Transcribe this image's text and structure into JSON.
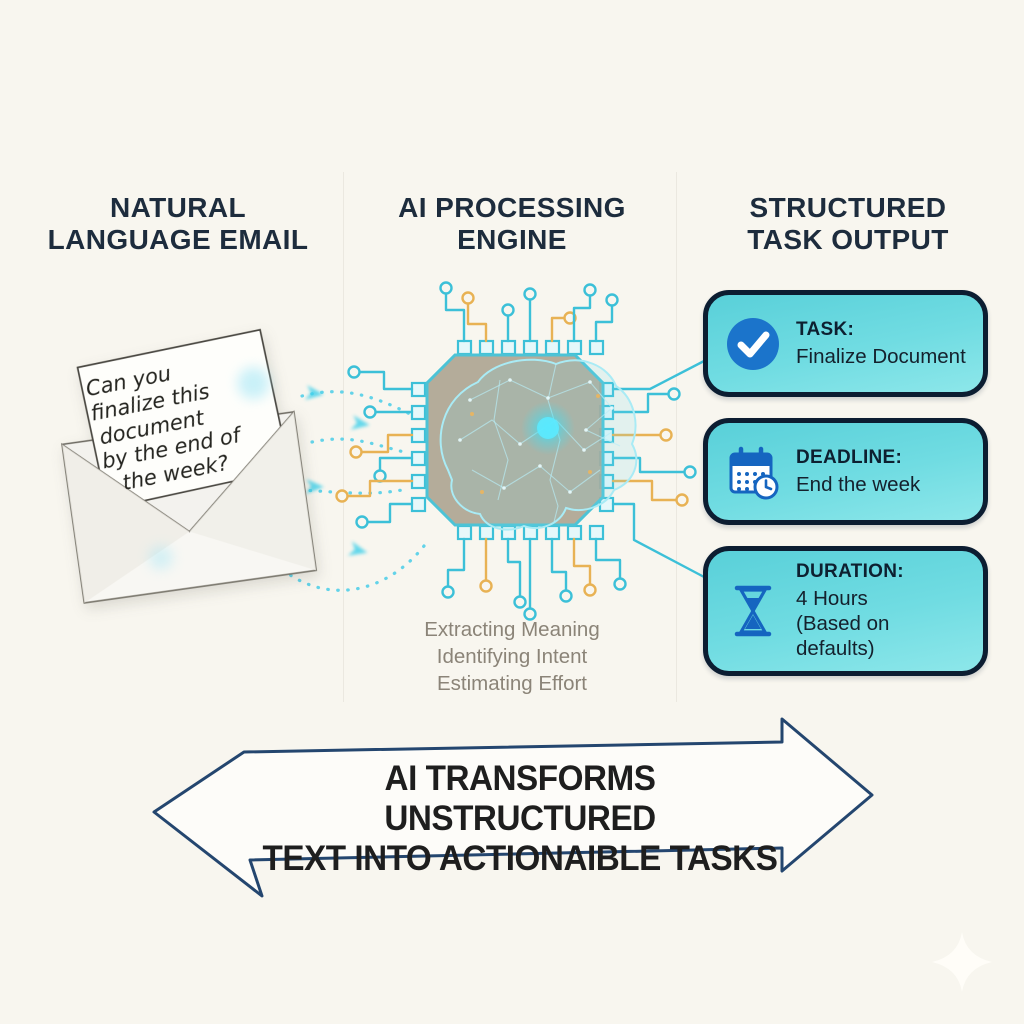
{
  "headers": {
    "input": {
      "line1": "NATURAL",
      "line2": "LANGUAGE EMAIL"
    },
    "engine": {
      "line1": "AI PROCESSING",
      "line2": "ENGINE"
    },
    "output": {
      "line1": "STRUCTURED",
      "line2": "TASK OUTPUT"
    }
  },
  "email": {
    "line1": "Can you",
    "line2": "finalize this",
    "line3": "document",
    "line4": "by the end of",
    "line5": "the week?"
  },
  "engine_caption": {
    "line1": "Extracting Meaning",
    "line2": "Identifying Intent",
    "line3": "Estimating Effort"
  },
  "cards": {
    "task": {
      "icon": "check-circle-icon",
      "label": "TASK:",
      "value": "Finalize Document"
    },
    "deadline": {
      "icon": "calendar-clock-icon",
      "label": "DEADLINE:",
      "value": "End the week"
    },
    "duration": {
      "icon": "hourglass-icon",
      "label": "DURATION:",
      "value_line1": "4 Hours",
      "value_line2": "(Based on defaults)"
    }
  },
  "banner": {
    "line1": "AI TRANSFORMS UNSTRUCTURED",
    "line2": "TEXT INTO ACTIONAIBLE TASKS"
  },
  "colors": {
    "background": "#f8f6ef",
    "heading": "#1d2c3d",
    "caption_grey": "#8b8478",
    "accent_cyan": "#3cc0d8",
    "accent_orange": "#e8b254",
    "card_fill": "#70dce2",
    "card_border": "#0c1d31",
    "icon_blue": "#1565c0",
    "banner_text": "#1e1e1e"
  }
}
